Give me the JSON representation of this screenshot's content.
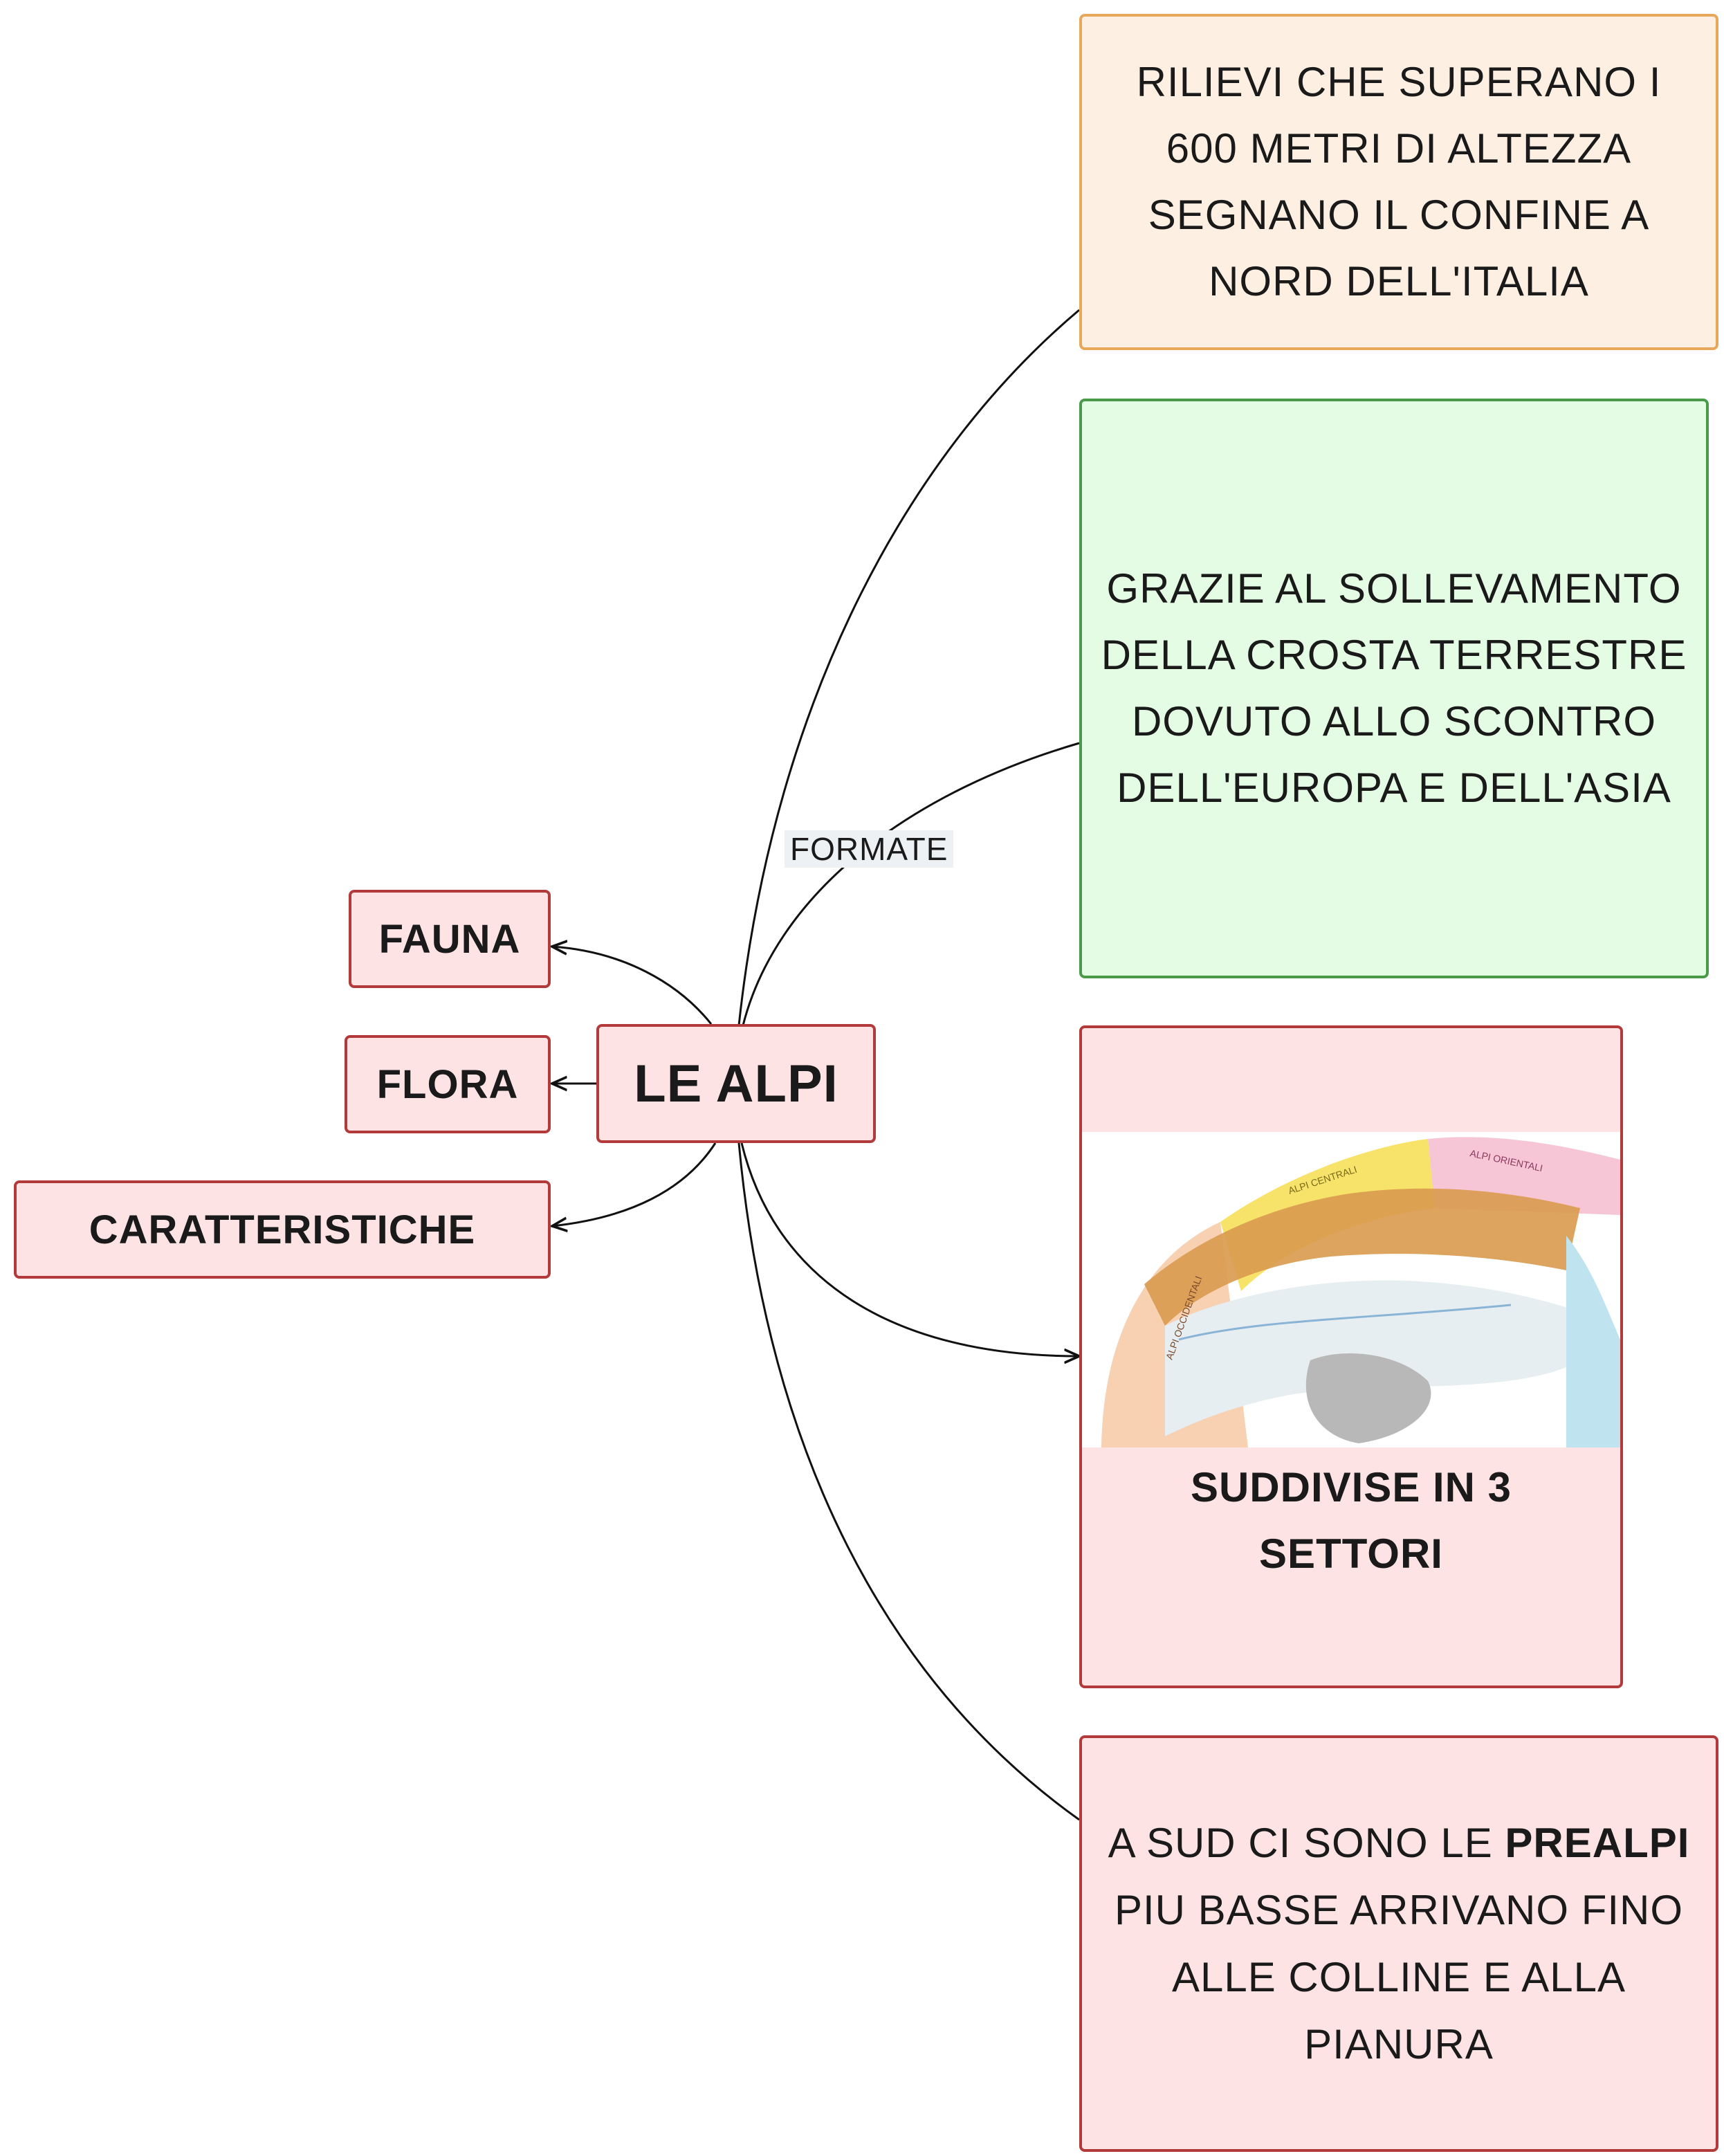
{
  "central": {
    "label": "LE ALPI"
  },
  "left_nodes": {
    "fauna": "FAUNA",
    "flora": "FLORA",
    "caratteristiche": "CARATTERISTICHE"
  },
  "edge_label": "FORMATE",
  "right_nodes": {
    "rilievi": "RILIEVI CHE SUPERANO I 600 METRI DI ALTEZZA SEGNANO IL CONFINE A NORD DELL'ITALIA",
    "grazie": "GRAZIE AL SOLLEVAMENTO DELLA CROSTA TERRESTRE DOVUTO ALLO SCONTRO DELL'EUROPA E DELL'ASIA",
    "suddivise": "SUDDIVISE IN 3 SETTORI",
    "prealpi": {
      "before": "A SUD CI SONO LE ",
      "bold": "PREALPI",
      "after": " PIU BASSE ARRIVANO FINO ALLE COLLINE E ALLA PIANURA"
    }
  },
  "map": {
    "sectors": [
      "ALPI OCCIDENTALI",
      "ALPI CENTRALI",
      "ALPI ORIENTALI"
    ],
    "colors": {
      "occidentali": "#f6c9a4",
      "centrali": "#f7e36a",
      "orientali": "#f7c6d6",
      "mountains": "#d99a4f",
      "plain": "#e6eef2",
      "sea": "#bfe3ef"
    }
  },
  "colors": {
    "pink_fill": "#fde3e3",
    "pink_border": "#b23a3a",
    "orange_fill": "#fdf0e2",
    "orange_border": "#e7a85b",
    "green_fill": "#e3fce3",
    "green_border": "#4a9a4a"
  }
}
